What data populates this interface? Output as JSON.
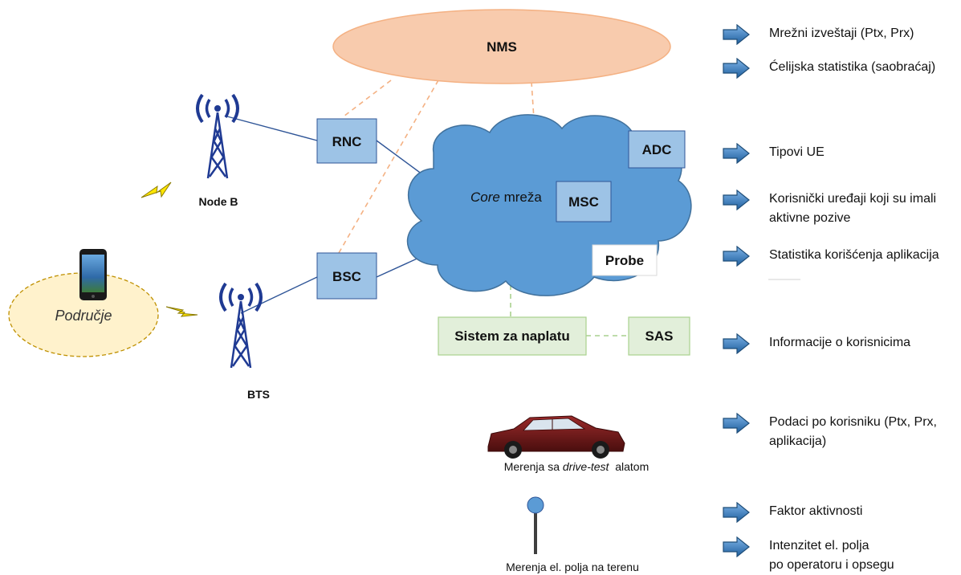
{
  "nodes": {
    "nms": "NMS",
    "rnc": "RNC",
    "bsc": "BSC",
    "adc": "ADC",
    "msc": "MSC",
    "probe": "Probe",
    "core_italic": "Core",
    "core_rest": " mreža",
    "billing": "Sistem za naplatu",
    "sas": "SAS",
    "node_b": "Node B",
    "bts": "BTS",
    "area": "Područje",
    "drive_prefix": "Merenja sa ",
    "drive_italic": "drive-test",
    "drive_suffix": "  alatom",
    "field": "Merenja el. polja na terenu"
  },
  "outputs": [
    {
      "lines": [
        "Mrežni izveštaji (Ptx, Prx)"
      ]
    },
    {
      "lines": [
        "Ćelijska statistika (saobraćaj)"
      ]
    },
    {
      "lines": [
        "Tipovi UE"
      ]
    },
    {
      "lines": [
        "Korisnički uređaji koji su imali",
        "aktivne pozive"
      ]
    },
    {
      "lines": [
        "Statistika korišćenja aplikacija"
      ]
    },
    {
      "lines": [
        "Informacije o korisnicima"
      ]
    },
    {
      "lines": [
        "Podaci po korisniku (Ptx, Prx,",
        "aplikacija)"
      ]
    },
    {
      "lines": [
        "Faktor aktivnosti"
      ]
    },
    {
      "lines": [
        "Intenzitet el. polja",
        "po operatoru i opsegu"
      ]
    }
  ],
  "colors": {
    "cloud": "#5b9bd5",
    "box_blue": "#9dc3e6",
    "nms": "#f4b183",
    "billing_box": "#e2efda",
    "area": "#fff2cc",
    "arrow": "#2e75b6",
    "car": "#7b1c1c"
  }
}
